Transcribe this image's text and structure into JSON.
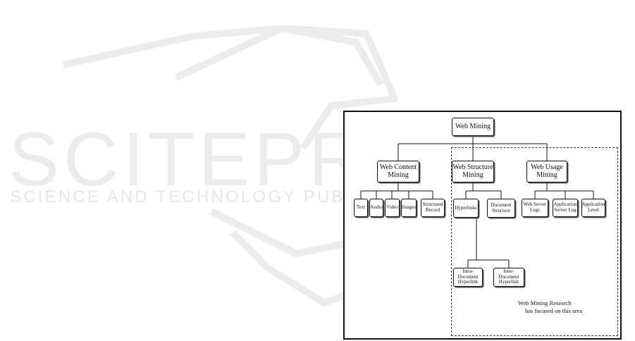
{
  "watermark": {
    "brand": "SCITEPRESS",
    "tagline": "SCIENCE AND TECHNOLOGY PUBLICATIONS"
  },
  "diagram": {
    "root": "Web Mining",
    "content": {
      "label": "Web Content Mining",
      "children": [
        "Text",
        "Audio",
        "Video",
        "Images",
        "Structured Record"
      ]
    },
    "structure": {
      "label": "Web Structure Mining",
      "children": [
        "Hyperlinks",
        "Document Structure"
      ],
      "hyperlink_children": [
        "Intra-Document Hyperlink",
        "Inter-Document Hyperlink"
      ]
    },
    "usage": {
      "label": "Web Usage Mining",
      "children": [
        "Web Server Logs",
        "Application Server Log",
        "Application Level"
      ]
    },
    "note_line1": "Web Mining Research",
    "note_line2": "has focused on this area"
  }
}
